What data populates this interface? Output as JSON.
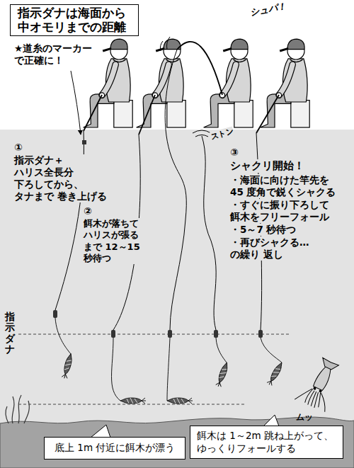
{
  "diagram": {
    "nodes": [
      {
        "text": [
          "指示ダナは海面から 中オモリまでの距離"
        ]
      },
      {
        "text": [
          "底上 1m 付近に餌木が漂う"
        ]
      },
      {
        "text": [
          "餌木は 1～2m 跳ね上がって、 ゆっくりフォールする"
        ]
      }
    ],
    "labels": [
      "★道糸のマーカー で正確に！",
      "シュパ！",
      "ストン",
      "①",
      "指示ダナ＋ハリス全長分 下ろしてから、タナまで 巻き上げる",
      "②",
      "餌木が落ちて ハリスが張る まで 12～15 秒待つ",
      "③",
      "シャクリ開始！",
      "・海面に向けた竿先を 45 度角で鋭くシャクる",
      "・すぐに振り下ろして 餌木をフリーフォール",
      "・5～7 秒待つ",
      "・再びシャクる…の繰り 返し",
      "指示ダナ",
      "ムッ"
    ]
  }
}
